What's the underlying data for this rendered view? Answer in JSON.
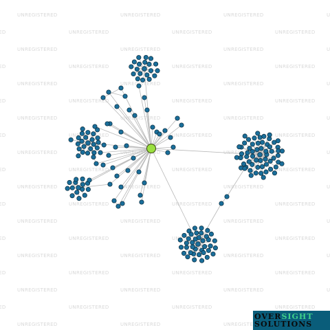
{
  "watermark": {
    "text": "UNREGISTERED"
  },
  "colors": {
    "node_fill": "#1a6e9a",
    "center_fill": "#9be040",
    "edge": "#b8b8b8",
    "watermark": "#d9d9d9",
    "logo_bg": "#0a5d7a",
    "logo_accent": "#3fd18a"
  },
  "logo": {
    "line1_a": "OVER",
    "line1_b": "SIGHT",
    "line2": "SOLUTIONS"
  }
}
